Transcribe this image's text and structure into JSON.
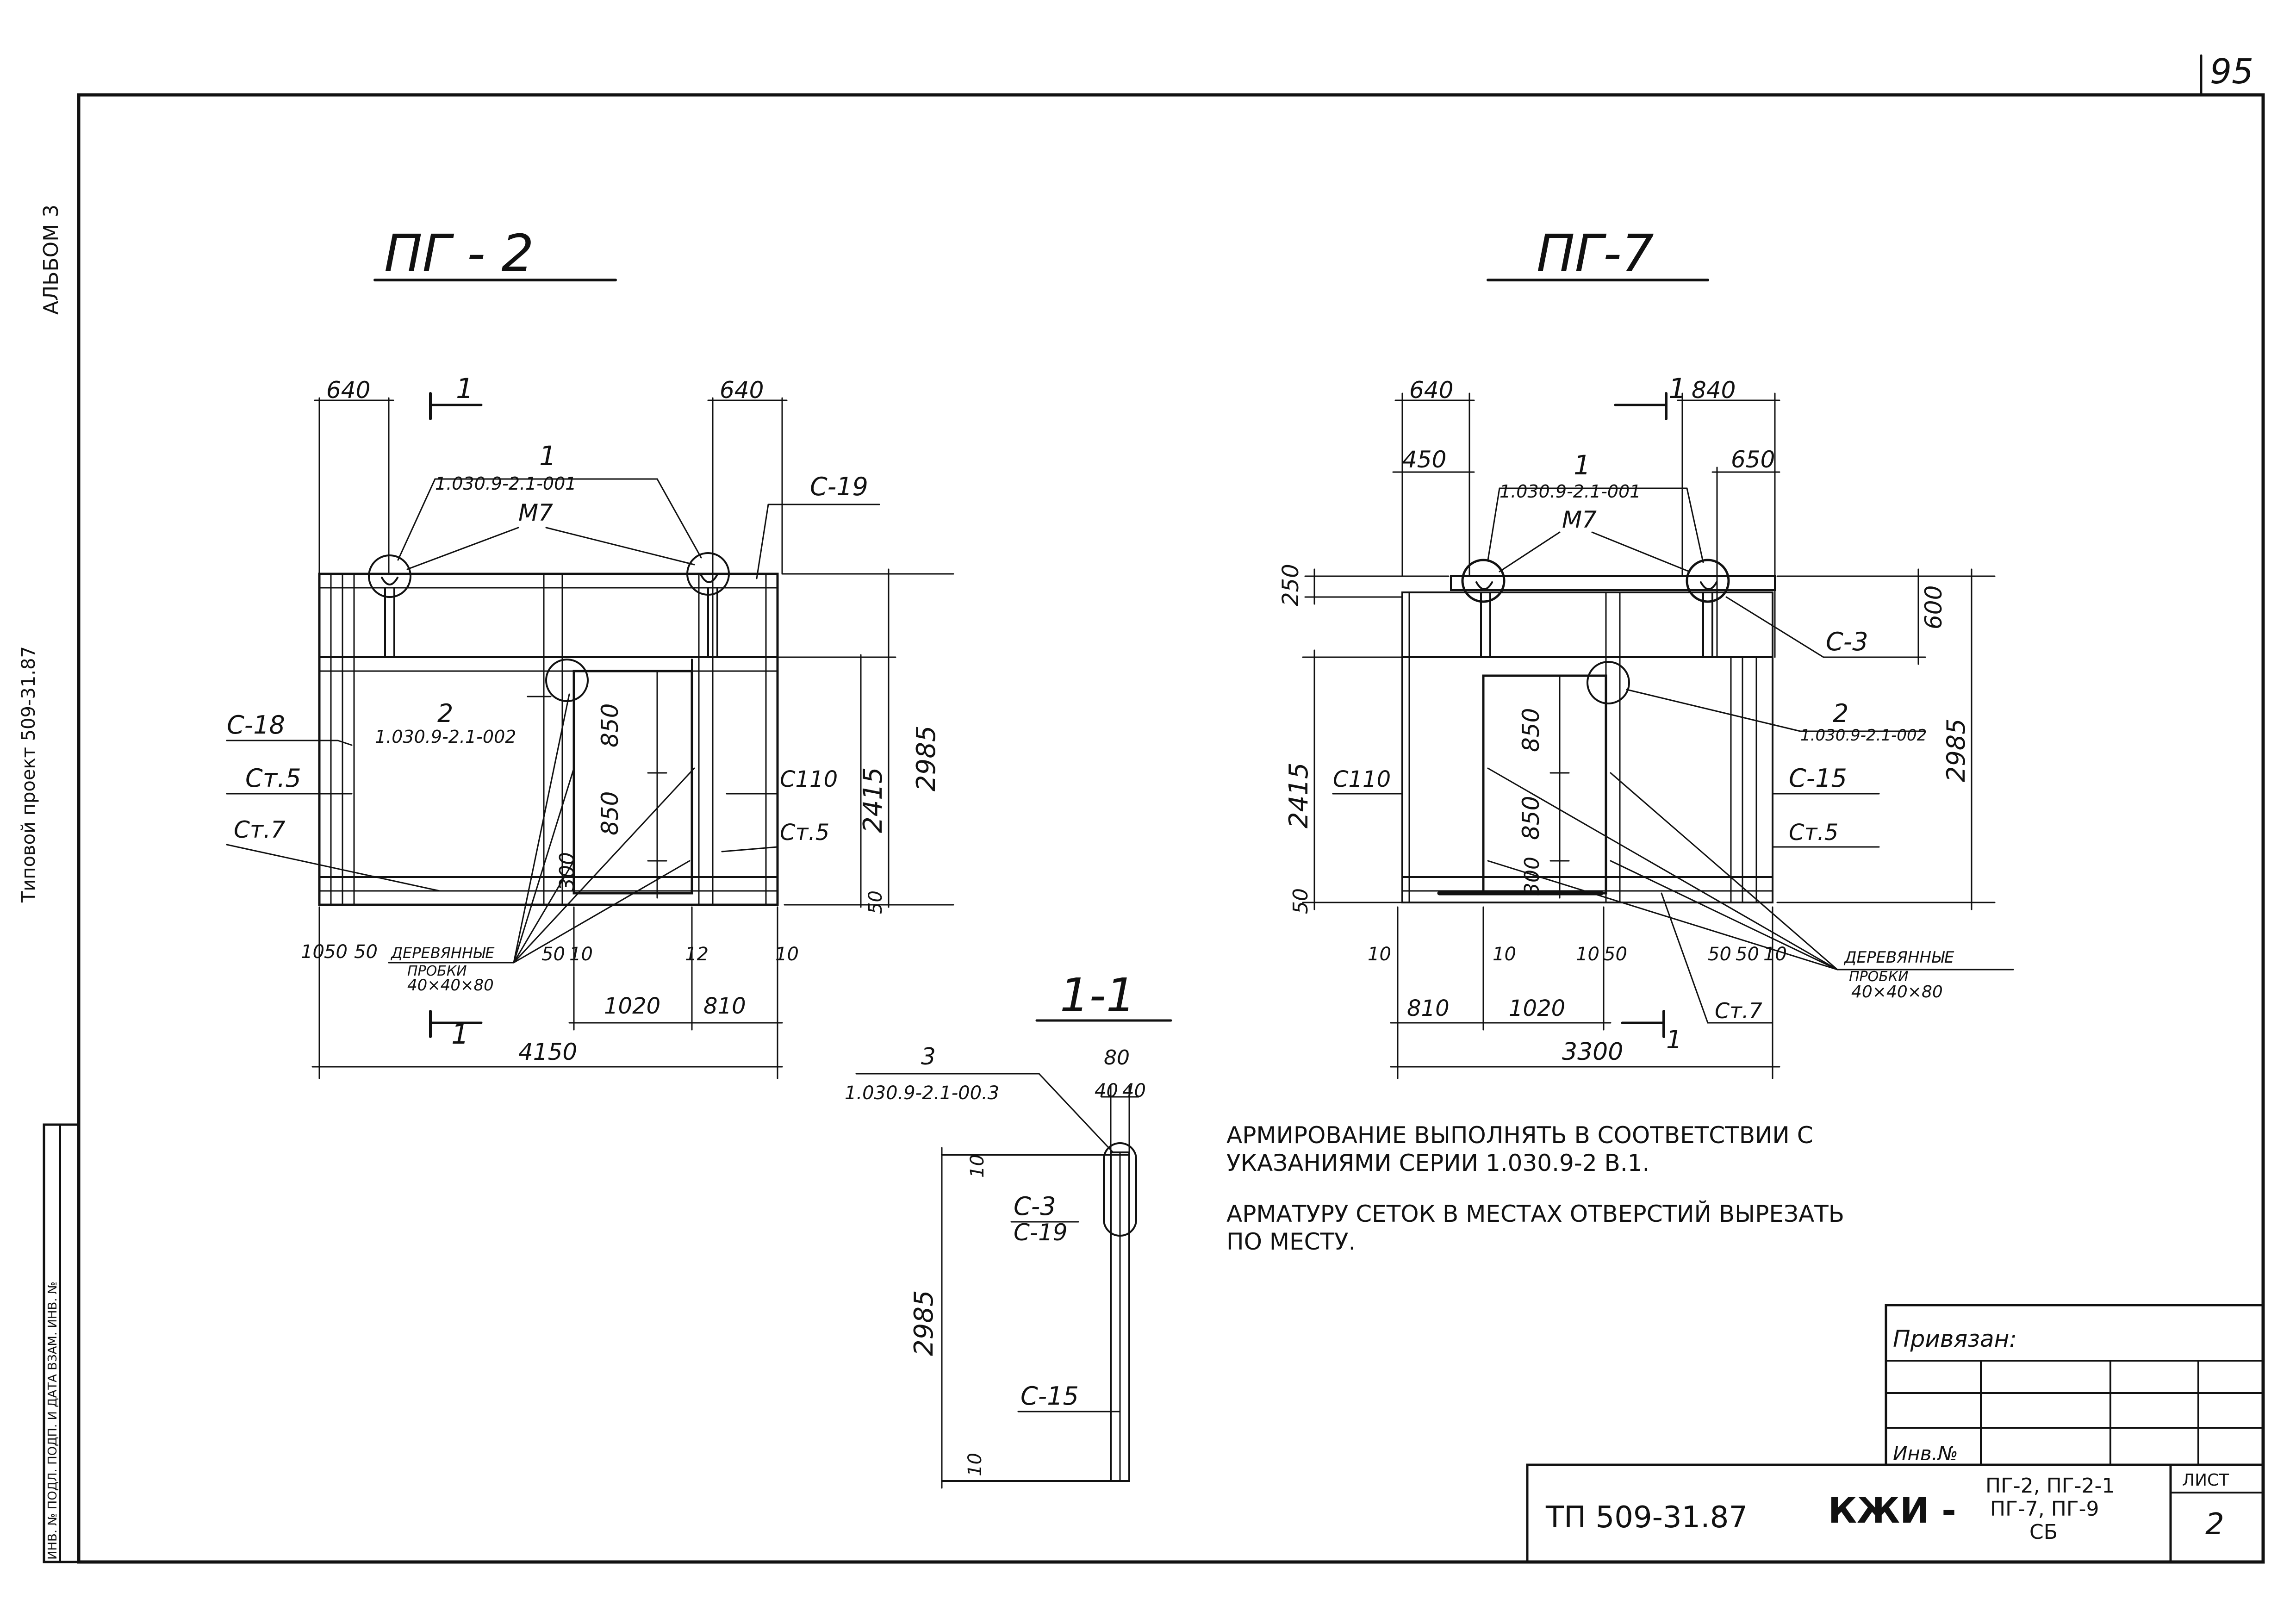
{
  "page_number": "95",
  "album_label": "АЛЬБОМ 3",
  "side_strip_text": "Типовой проект 509-31.87",
  "side_stamp_text": "ИНВ. № ПОДЛ.  ПОДП. И ДАТА  ВЗАМ. ИНВ. №",
  "views": {
    "pg2": {
      "title": "ПГ - 2",
      "dims": {
        "top_left": "640",
        "top_right": "640",
        "width": "4150",
        "door_w": "1020",
        "right_w": "810",
        "height": "2985",
        "inner_h": "2415",
        "bottom_h": "50",
        "v1": "850",
        "v2": "850",
        "v3": "300",
        "bl1": "10",
        "bl2": "50",
        "bl3": "50",
        "bl4": "50",
        "bl5": "10",
        "bl6": "12",
        "bl7": "10"
      },
      "labels": {
        "section_mark": "1",
        "part1": "1",
        "part1_code": "1.030.9-2.1-001",
        "m7": "М7",
        "part2": "2",
        "part2_code": "1.030.9-2.1-002",
        "c19": "С-19",
        "c18": "С-18",
        "ct5": "Ст.5",
        "ct7": "Ст.7",
        "c110": "С110",
        "ct5_right": "Ст.5",
        "wood_1": "ДЕРЕВЯННЫЕ",
        "wood_2": "ПРОБКИ",
        "wood_3": "40×40×80"
      }
    },
    "pg7": {
      "title": "ПГ-7",
      "dims": {
        "top_left": "640",
        "top_right": "840",
        "l450": "450",
        "r650": "650",
        "h250": "250",
        "h600": "600",
        "height": "2985",
        "inner_h": "2415",
        "bottom_h": "50",
        "v1": "850",
        "v2": "850",
        "v3": "300",
        "left_w": "810",
        "door_w": "1020",
        "width": "3300",
        "bl1": "10",
        "bl2": "10",
        "bl3": "10",
        "bl4": "50",
        "bl5": "50",
        "bl6": "50",
        "bl7": "10"
      },
      "labels": {
        "section_mark": "1",
        "part1": "1",
        "part1_code": "1.030.9-2.1-001",
        "m7": "М7",
        "part2": "2",
        "part2_code": "1.030.9-2.1-002",
        "c3": "С-3",
        "c110": "С110",
        "c15": "С-15",
        "ct5": "Ст.5",
        "ct7": "Ст.7",
        "wood_1": "ДЕРЕВЯННЫЕ",
        "wood_2": "ПРОБКИ",
        "wood_3": "40×40×80"
      }
    },
    "sec11": {
      "title": "1-1",
      "dims": {
        "w80": "80",
        "w40a": "40",
        "w40b": "40",
        "height": "2985",
        "t10": "10",
        "b10": "10"
      },
      "labels": {
        "part3": "3",
        "part3_code": "1.030.9-2.1-00.3",
        "c3": "С-3",
        "c19": "С-19",
        "c15": "С-15"
      }
    }
  },
  "notes": [
    "АРМИРОВАНИЕ ВЫПОЛНЯТЬ В СООТВЕТСТВИИ С",
    "УКАЗАНИЯМИ СЕРИИ 1.030.9-2 В.1.",
    "АРМАТУРУ СЕТОК В МЕСТАХ ОТВЕРСТИЙ ВЫРЕЗАТЬ",
    "ПО МЕСТУ."
  ],
  "stamp": {
    "bound_label": "Привязан:",
    "inv_label": "Инв.№",
    "project": "ТП 509-31.87",
    "code": "КЖИ -",
    "elements_1": "ПГ-2, ПГ-2-1",
    "elements_2": "ПГ-7, ПГ-9",
    "elements_3": "СБ",
    "sheet_label": "ЛИСТ",
    "sheet_no": "2"
  }
}
